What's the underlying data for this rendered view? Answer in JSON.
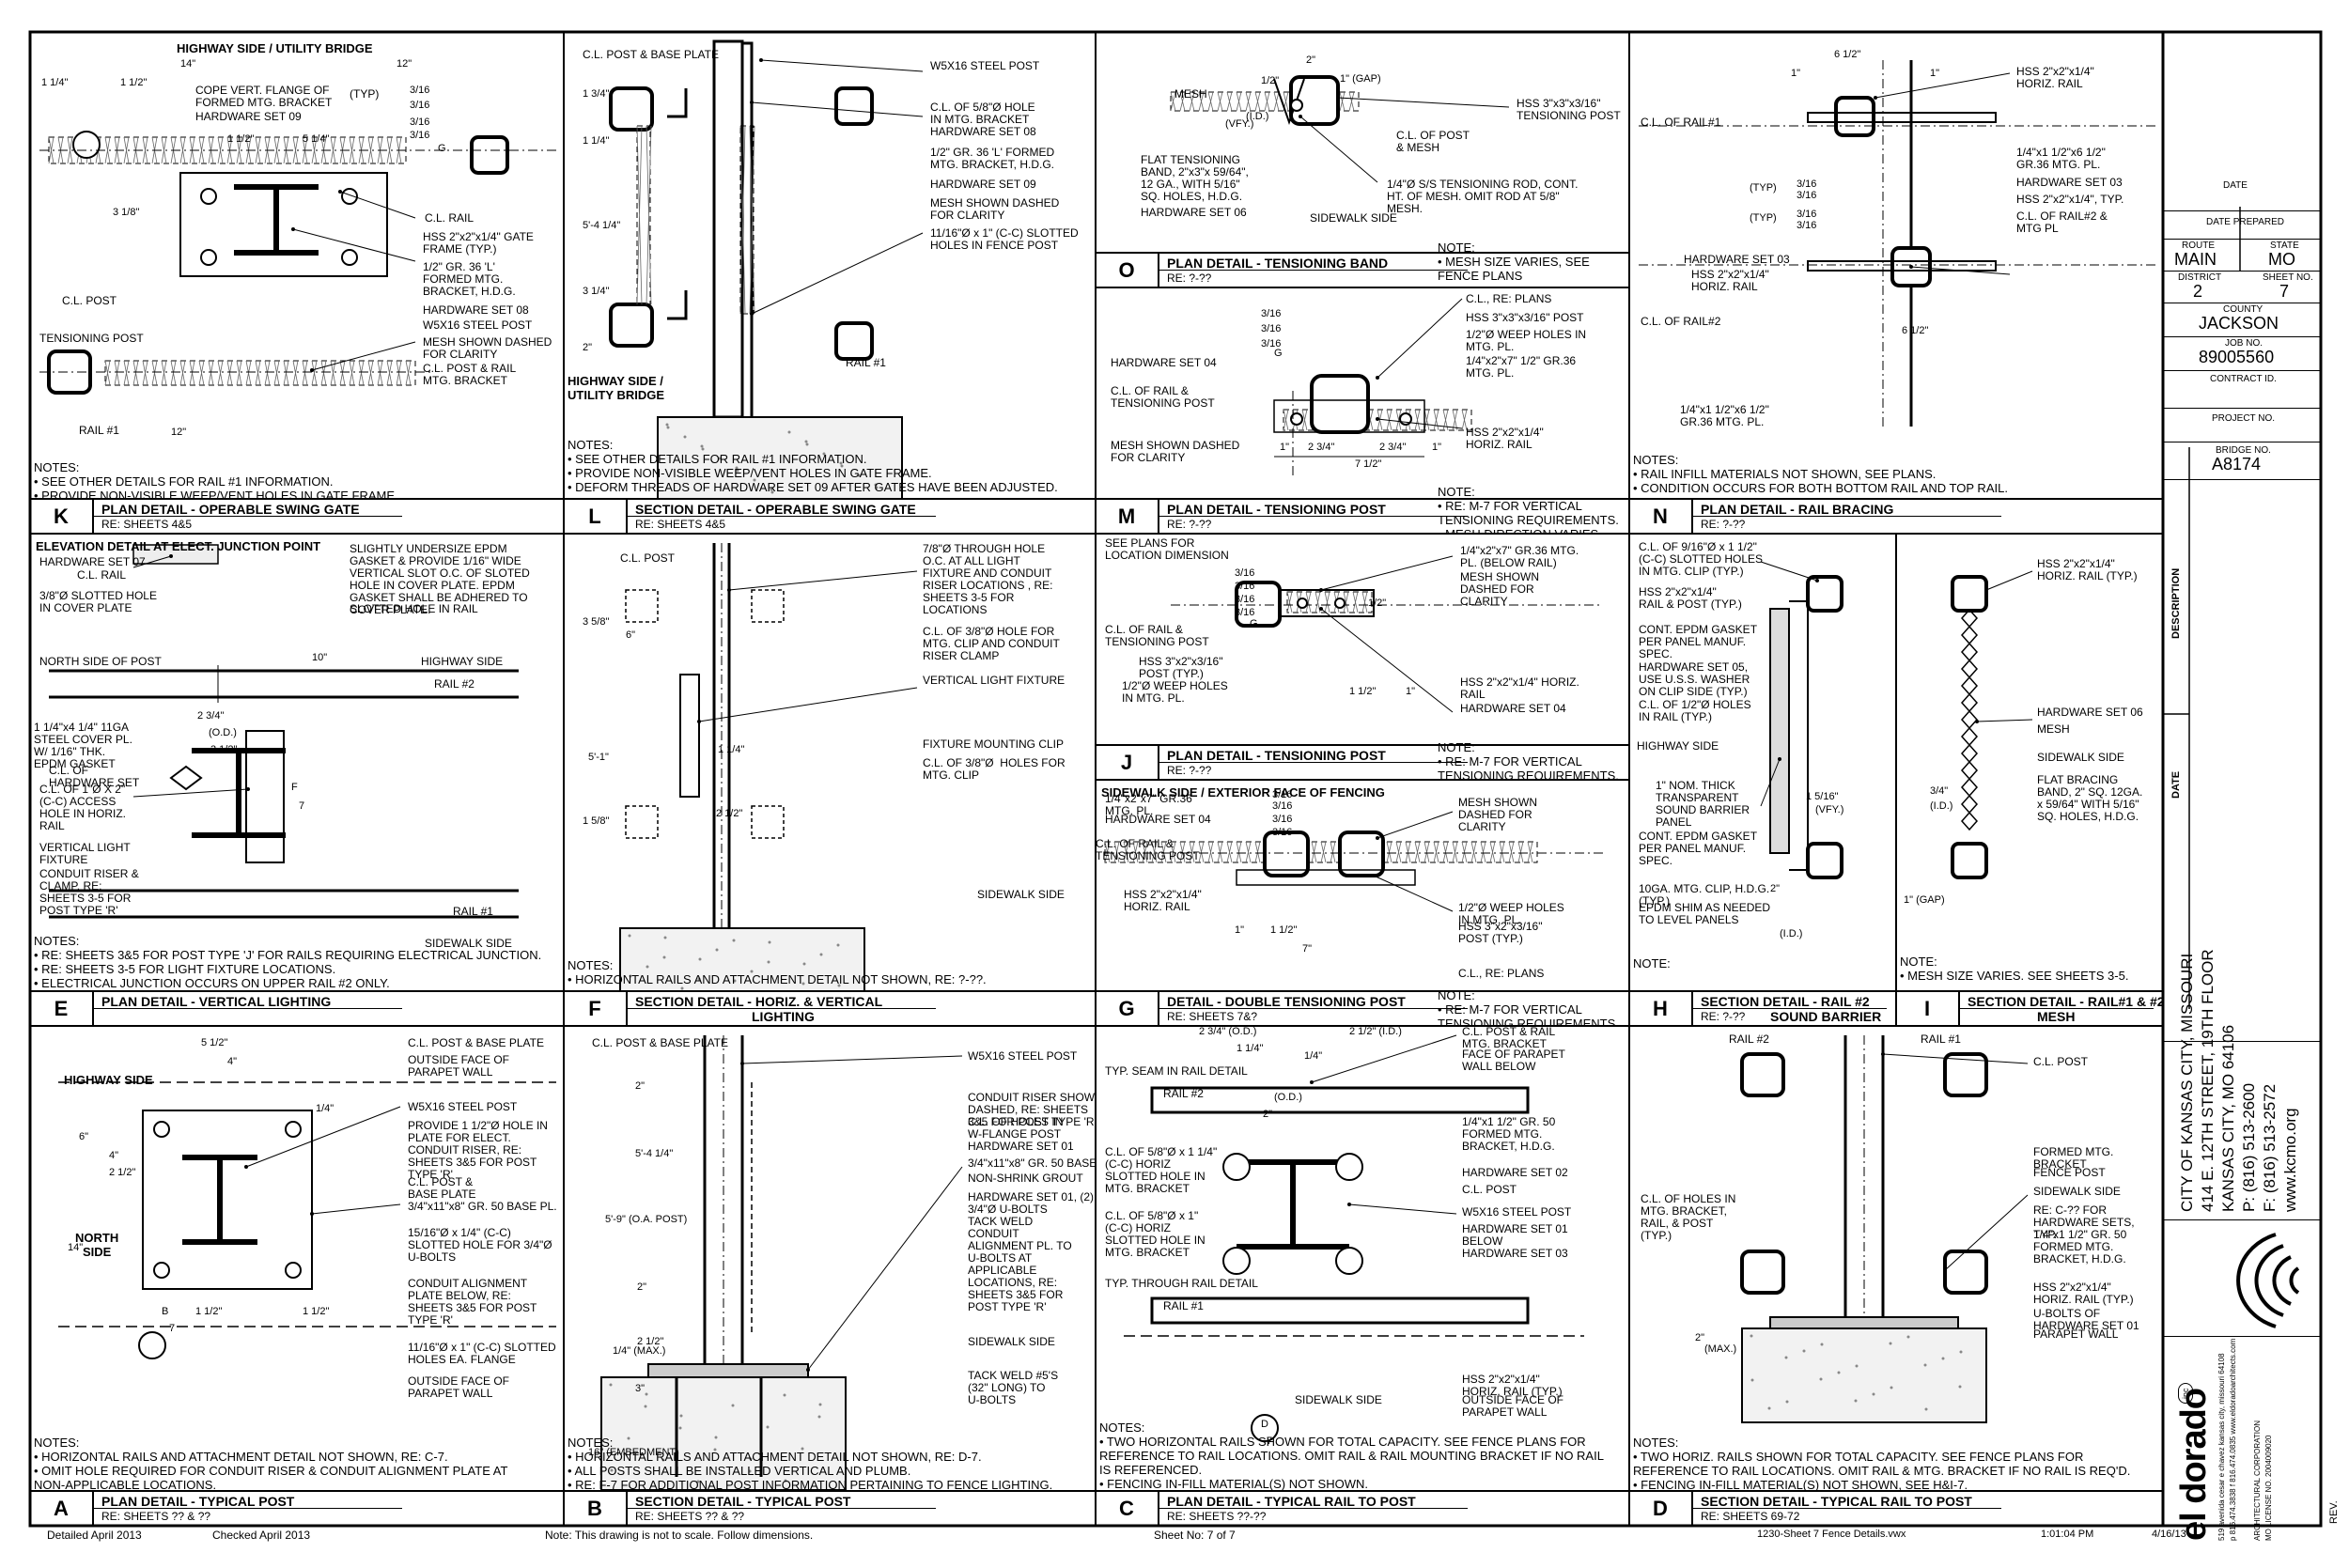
{
  "details": {
    "K": {
      "letter": "K",
      "title": "PLAN DETAIL",
      "subtitle": " - OPERABLE SWING GATE",
      "ref": "RE: SHEETS 4&5",
      "heading": "HIGHWAY SIDE / UTILITY BRIDGE",
      "notes": [
        "NOTES:",
        "• SEE OTHER DETAILS FOR RAIL #1 INFORMATION.",
        "• PROVIDE NON-VISIBLE WEEP/VENT HOLES IN GATE FRAME."
      ],
      "labels": [
        "COPE VERT. FLANGE OF\nFORMED MTG. BRACKET",
        "HARDWARE SET 09",
        "(TYP)",
        "C.L. RAIL",
        "HSS 2\"x2\"x1/4\" GATE\nFRAME (TYP.)",
        "1/2\" GR. 36 'L'\nFORMED MTG.\nBRACKET, H.D.G.",
        "HARDWARE SET 08",
        "W5X16 STEEL POST",
        "MESH SHOWN DASHED\nFOR CLARITY",
        "C.L. POST & RAIL\nMTG. BRACKET",
        "C.L. POST",
        "TENSIONING POST",
        "RAIL #1"
      ],
      "dims": [
        "14\"",
        "12\"",
        "1 1/4\"",
        "1 1/2\"",
        "1 1/2\"",
        "5 1/4\"",
        "3/16",
        "3/16",
        "3/16",
        "3/16",
        "3 1/8\"",
        "12\"",
        "G"
      ]
    },
    "L": {
      "letter": "L",
      "title": "SECTION DETAIL",
      "subtitle": " - OPERABLE SWING GATE",
      "ref": "RE: SHEETS 4&5",
      "heading": "HIGHWAY SIDE /\nUTILITY BRIDGE",
      "notes": [
        "NOTES:",
        "• SEE OTHER DETAILS FOR RAIL #1 INFORMATION.",
        "• PROVIDE NON-VISIBLE WEEP/VENT HOLES IN GATE FRAME.",
        "• DEFORM THREADS OF HARDWARE SET 09 AFTER GATES HAVE BEEN ADJUSTED."
      ],
      "labels": [
        "C.L. POST & BASE PLATE",
        "W5X16 STEEL POST",
        "C.L. OF 5/8\"Ø HOLE\nIN MTG. BRACKET",
        "HARDWARE SET 08",
        "1/2\" GR. 36 'L' FORMED\nMTG. BRACKET, H.D.G.",
        "HARDWARE SET 09",
        "MESH SHOWN DASHED\nFOR CLARITY",
        "11/16\"Ø x 1\" (C-C) SLOTTED\nHOLES IN FENCE POST",
        "RAIL #1"
      ],
      "dims": [
        "1 3/4\"",
        "1 1/4\"",
        "5'-4 1/4\"",
        "3 1/4\"",
        "2\""
      ]
    },
    "O": {
      "letter": "O",
      "title": "PLAN DETAIL",
      "subtitle": " - TENSIONING BAND",
      "ref": "RE: ?-??",
      "notes": [
        "NOTE:",
        "• MESH SIZE VARIES, SEE",
        "FENCE PLANS"
      ],
      "labels": [
        "MESH",
        "HSS 3\"x3\"x3/16\"\nTENSIONING POST",
        "C.L. OF POST\n& MESH",
        "FLAT TENSIONING\nBAND, 2\"x3\"x 59/64\",\n12 GA., WITH 5/16\"\nSQ. HOLES, H.D.G.",
        "HARDWARE SET 06",
        "1/4\"Ø S/S TENSIONING ROD, CONT.\nHT. OF MESH. OMIT ROD AT 5/8\"\nMESH.",
        "SIDEWALK SIDE"
      ],
      "dims": [
        "2\"",
        "1/2\"",
        "1\" (GAP)",
        "(VFY.)",
        "(I.D.)"
      ]
    },
    "M": {
      "letter": "M",
      "title": "PLAN DETAIL",
      "subtitle": " - TENSIONING POST",
      "ref": "RE: ?-??",
      "notes": [
        "NOTE:",
        "• RE: M-7 FOR VERTICAL",
        "TENSIONING REQUIREMENTS.",
        "• MESH DIRECTION VARIES."
      ],
      "labels": [
        "C.L., RE: PLANS",
        "HSS 3\"x3\"x3/16\" POST",
        "1/2\"Ø WEEP HOLES IN\nMTG. PL.",
        "1/4\"x2\"x7\" 1/2\" GR.36\nMTG. PL.",
        "HARDWARE SET 04",
        "C.L. OF RAIL &\nTENSIONING POST",
        "MESH SHOWN DASHED\nFOR CLARITY",
        "HSS 2\"x2\"x1/4\"\nHORIZ. RAIL"
      ],
      "dims": [
        "3/16",
        "3/16",
        "3/16",
        "G",
        "1\"",
        "2 3/4\"",
        "2 3/4\"",
        "1\"",
        "7 1/2\""
      ]
    },
    "N": {
      "letter": "N",
      "title": "PLAN DETAIL",
      "subtitle": " - RAIL BRACING",
      "ref": "RE: ?-??",
      "notes": [
        "NOTES:",
        "• RAIL INFILL MATERIALS NOT SHOWN, SEE PLANS.",
        "• CONDITION OCCURS FOR BOTH BOTTOM RAIL AND TOP RAIL."
      ],
      "labels": [
        "HSS 2\"x2\"x1/4\"\nHORIZ. RAIL",
        "C.L. OF RAIL#1",
        "1/4\"x1 1/2\"x6 1/2\"\nGR.36 MTG. PL.",
        "HARDWARE SET 03",
        "HSS 2\"x2\"x1/4\", TYP.",
        "C.L. OF RAIL#2 &\nMTG PL",
        "HARDWARE SET 03",
        "HSS 2\"x2\"x1/4\"\nHORIZ. RAIL",
        "C.L. OF RAIL#2",
        "1/4\"x1 1/2\"x6 1/2\"\nGR.36 MTG. PL."
      ],
      "dims": [
        "6 1/2\"",
        "1\"",
        "1\"",
        "(TYP)",
        "(TYP)",
        "3/16",
        "3/16",
        "3/16",
        "3/16",
        "6 1/2\""
      ]
    },
    "E": {
      "letter": "E",
      "title": "PLAN DETAIL",
      "subtitle": " - VERTICAL LIGHTING",
      "ref": "",
      "heading": "ELEVATION DETAIL AT ELECT. JUNCTION POINT",
      "notes": [
        "NOTES:",
        "• RE: SHEETS 3&5 FOR POST TYPE 'J' FOR RAILS REQUIRING ELECTRICAL JUNCTION.",
        "• RE: SHEETS 3-5 FOR LIGHT FIXTURE LOCATIONS.",
        "• ELECTRICAL JUNCTION OCCURS ON UPPER RAIL #2 ONLY."
      ],
      "labels": [
        "HARDWARE SET 07",
        "C.L. RAIL",
        "SLIGHTLY UNDERSIZE EPDM\nGASKET & PROVIDE 1/16\" WIDE\nVERTICAL SLOT O.C. OF SLOTED\nHOLE IN COVER PLATE. EPDM\nGASKET SHALL BE ADHERED TO\nCOVER PLATE.",
        "3/8\"Ø SLOTTED HOLE\nIN COVER PLATE",
        "SLOTTED HOLE IN RAIL",
        "NORTH SIDE OF POST",
        "HIGHWAY SIDE",
        "RAIL #2",
        "1 1/4\"x4 1/4\" 11GA\nSTEEL COVER PL.\nW/ 1/16\" THK.\nEPDM GASKET",
        "C.L. OF\nHARDWARE SET",
        "C.L. OF 1\"Ø X 2\"\n(C-C) ACCESS\nHOLE IN HORIZ.\nRAIL",
        "VERTICAL LIGHT\nFIXTURE",
        "CONDUIT RISER &\nCLAMP, RE:\nSHEETS 3-5 FOR\nPOST TYPE 'R'",
        "RAIL #1",
        "SIDEWALK SIDE"
      ],
      "dims": [
        "10\"",
        "2 3/4\"",
        "(O.D.)",
        "3 1/2\"",
        "F",
        "7"
      ]
    },
    "F": {
      "letter": "F",
      "title": "SECTION DETAIL",
      "subtitle": " - HORIZ. & VERTICAL",
      "subtitle2": "LIGHTING",
      "ref": "",
      "notes": [
        "NOTES:",
        "• HORIZONTAL RAILS AND ATTACHMENT DETAIL NOT SHOWN, RE: ?-??."
      ],
      "labels": [
        "C.L. POST",
        "7/8\"Ø THROUGH HOLE\nO.C. AT ALL LIGHT\nFIXTURE AND CONDUIT\nRISER LOCATIONS , RE:\nSHEETS 3-5 FOR\nLOCATIONS",
        "C.L. OF 3/8\"Ø HOLE FOR\nMTG. CLIP AND CONDUIT\nRISER CLAMP",
        "VERTICAL LIGHT FIXTURE",
        "FIXTURE MOUNTING CLIP",
        "C.L. OF 3/8\"Ø  HOLES FOR\nMTG. CLIP",
        "SIDEWALK SIDE"
      ],
      "dims": [
        "3 5/8\"",
        "6\"",
        "5'-1\"",
        "1 1/4\"",
        "2 1/2\"",
        "1 5/8\""
      ]
    },
    "J": {
      "letter": "J",
      "title": "PLAN DETAIL",
      "subtitle": " - TENSIONING POST",
      "ref": "RE: ?-??",
      "notes": [
        "NOTE:",
        "• RE: M-7 FOR VERTICAL",
        "TENSIONING REQUIREMENTS."
      ],
      "labels": [
        "SEE PLANS FOR\nLOCATION DIMENSION",
        "1/4\"x2\"x7\" GR.36 MTG.\nPL. (BELOW RAIL)",
        "MESH SHOWN\nDASHED FOR\nCLARITY",
        "C.L. OF RAIL &\nTENSIONING POST",
        "HSS 3\"x2\"x3/16\"\nPOST (TYP.)",
        "1/2\"Ø WEEP HOLES\nIN MTG. PL.",
        "HSS 2\"x2\"x1/4\" HORIZ.\nRAIL",
        "HARDWARE SET 04"
      ],
      "dims": [
        "3/16",
        "3/16",
        "3/16",
        "3/16",
        "G",
        "1/2\"",
        "1 1/2\"",
        "1\""
      ]
    },
    "G": {
      "letter": "G",
      "title": "DETAIL",
      "subtitle": " - DOUBLE TENSIONING POST",
      "ref": "RE: SHEETS 7&?",
      "heading": "SIDEWALK SIDE / EXTERIOR FACE OF FENCING",
      "notes": [
        "NOTE:",
        "• RE: M-7 FOR VERTICAL",
        "TENSIONING REQUIREMENTS."
      ],
      "labels": [
        "1/4\"x2\"x7\" GR.36\nMTG. PL.",
        "HARDWARE SET 04",
        "C.L. OF RAIL &\nTENSIONING POST",
        "HSS 2\"x2\"x1/4\"\nHORIZ. RAIL",
        "MESH SHOWN\nDASHED FOR\nCLARITY",
        "1/2\"Ø WEEP HOLES\nIN MTG. PL.",
        "HSS 3\"x2\"x3/16\"\nPOST (TYP.)",
        "C.L., RE: PLANS"
      ],
      "dims": [
        "3/16",
        "3/16",
        "3/16",
        "3/16",
        "1\"",
        "1 1/2\"",
        "7\""
      ]
    },
    "H": {
      "letter": "H",
      "title": "SECTION DETAIL",
      "subtitle": " - RAIL #2",
      "subtitle2": "SOUND BARRIER",
      "ref": "RE: ?-??",
      "notes": [
        "NOTE:"
      ],
      "labels": [
        "C.L. OF 9/16\"Ø x 1 1/2\"\n(C-C) SLOTTED HOLES\nIN MTG. CLIP (TYP.)",
        "HSS 2\"x2\"x1/4\"\nRAIL & POST (TYP.)",
        "CONT. EPDM GASKET\nPER PANEL MANUF.\nSPEC.",
        "HARDWARE SET 05,\nUSE U.S.S. WASHER\nON CLIP SIDE (TYP.)",
        "C.L. OF 1/2\"Ø HOLES\nIN RAIL (TYP.)",
        "HIGHWAY SIDE",
        "1\" NOM. THICK\nTRANSPARENT\nSOUND BARRIER\nPANEL",
        "CONT. EPDM GASKET\nPER PANEL MANUF.\nSPEC.",
        "10GA. MTG. CLIP, H.D.G.\n(TYP.)",
        "EPDM SHIM AS NEEDED\nTO LEVEL PANELS"
      ],
      "dims": [
        "1 5/16\"",
        "(VFY.)",
        "2\"",
        "(I.D.)"
      ]
    },
    "I": {
      "letter": "I",
      "title": "SECTION DETAIL",
      "subtitle": " - RAIL#1 & #2",
      "subtitle2": "MESH",
      "ref": "",
      "notes": [
        "NOTE:",
        "• MESH SIZE VARIES.  SEE SHEETS 3-5."
      ],
      "labels": [
        "HSS 2\"x2\"x1/4\"\nHORIZ. RAIL (TYP.)",
        "HARDWARE SET 06",
        "MESH",
        "SIDEWALK SIDE",
        "FLAT BRACING\nBAND, 2\" SQ. 12GA.\nx 59/64\" WITH 5/16\"\nSQ. HOLES, H.D.G."
      ],
      "dims": [
        "3/4\"",
        "(I.D.)",
        "1\" (GAP)"
      ]
    },
    "A": {
      "letter": "A",
      "title": "PLAN DETAIL",
      "subtitle": " - TYPICAL POST",
      "ref": "RE: SHEETS ?? & ??",
      "heading": "HIGHWAY SIDE",
      "heading2": "NORTH\nSIDE",
      "notes": [
        "NOTES:",
        "• HORIZONTAL RAILS AND ATTACHMENT DETAIL NOT SHOWN, RE: C-7.",
        "• OMIT HOLE REQUIRED FOR CONDUIT RISER & CONDUIT ALIGNMENT PLATE AT",
        "NON-APPLICABLE LOCATIONS."
      ],
      "labels": [
        "C.L. POST & BASE PLATE",
        "OUTSIDE FACE OF\nPARAPET WALL",
        "W5X16 STEEL POST",
        "PROVIDE 1 1/2\"Ø HOLE IN\nPLATE FOR ELECT.\nCONDUIT RISER, RE:\nSHEETS 3&5 FOR POST\nTYPE 'R'",
        "C.L. POST &\nBASE PLATE",
        "3/4\"x11\"x8\" GR. 50 BASE PL.",
        "15/16\"Ø x 1/4\" (C-C)\nSLOTTED HOLE FOR 3/4\"Ø\nU-BOLTS",
        "CONDUIT ALIGNMENT\nPLATE BELOW, RE:\nSHEETS 3&5 FOR POST\nTYPE 'R'",
        "11/16\"Ø x 1\" (C-C) SLOTTED\nHOLES EA. FLANGE",
        "OUTSIDE FACE OF\nPARAPET WALL"
      ],
      "dims": [
        "5 1/2\"",
        "4\"",
        "6\"",
        "4\"",
        "2 1/2\"",
        "14\"",
        "1/4\"",
        "1 1/2\"",
        "1 1/2\"",
        "B",
        "7"
      ]
    },
    "B": {
      "letter": "B",
      "title": "SECTION DETAIL",
      "subtitle": " - TYPICAL POST",
      "ref": "RE: SHEETS ?? & ??",
      "notes": [
        "NOTES:",
        "• HORIZONTAL RAILS AND ATTACHMENT DETAIL NOT SHOWN, RE: D-7.",
        "• ALL POSTS SHALL BE INSTALLED VERTICAL AND PLUMB.",
        "• RE: F-7 FOR ADDITIONAL POST INFORMATION PERTAINING TO FENCE LIGHTING."
      ],
      "labels": [
        "C.L. POST & BASE PLATE",
        "W5X16 STEEL POST",
        "CONDUIT RISER SHOWN\nDASHED, RE: SHEETS\n3&5 FOR POST TYPE 'R'",
        "C.L. OF HOLES IN\nW-FLANGE POST",
        "HARDWARE SET 01",
        "3/4\"x11\"x8\" GR. 50 BASE PL.",
        "NON-SHRINK GROUT",
        "HARDWARE SET 01, (2)\n3/4\"Ø U-BOLTS",
        "TACK WELD\nCONDUIT\nALIGNMENT PL. TO\nU-BOLTS AT\nAPPLICABLE\nLOCATIONS, RE:\nSHEETS 3&5 FOR\nPOST TYPE 'R'",
        "SIDEWALK SIDE",
        "TACK WELD #5'S\n(32\" LONG) TO\nU-BOLTS"
      ],
      "dims": [
        "2\"",
        "5'-4 1/4\"",
        "5'-9\" (O.A. POST)",
        "2\"",
        "2 1/2\"",
        "1/4\" (MAX.)",
        "3\"",
        "16\" (EMBEDMENT)"
      ]
    },
    "C": {
      "letter": "C",
      "title": "PLAN DETAIL",
      "subtitle": " - TYPICAL RAIL TO POST",
      "ref": "RE: SHEETS ??-??",
      "notes": [
        "NOTES:",
        "• TWO HORIZONTAL RAILS SHOWN FOR TOTAL CAPACITY.  SEE FENCE PLANS FOR",
        "REFERENCE TO RAIL LOCATIONS.  OMIT RAIL & RAIL MOUNTING BRACKET IF NO RAIL",
        "IS REFERENCED.",
        "• FENCING IN-FILL MATERIAL(S) NOT SHOWN."
      ],
      "labels": [
        "C.L. POST & RAIL\nMTG. BRACKET",
        "FACE OF PARAPET\nWALL BELOW",
        "TYP. SEAM IN RAIL DETAIL",
        "RAIL #2",
        "1/4\"x1 1/2\" GR. 50\nFORMED MTG.\nBRACKET, H.D.G.",
        "C.L. OF 5/8\"Ø x 1 1/4\"\n(C-C) HORIZ\nSLOTTED HOLE IN\nMTG. BRACKET",
        "HARDWARE SET 02",
        "C.L. POST",
        "C.L. OF 5/8\"Ø x 1\"\n(C-C) HORIZ\nSLOTTED HOLE IN\nMTG. BRACKET",
        "W5X16 STEEL POST",
        "HARDWARE SET 01\nBELOW",
        "HARDWARE SET 03",
        "TYP. THROUGH RAIL DETAIL",
        "RAIL #1",
        "HSS 2\"x2\"x1/4\"\nHORIZ. RAIL (TYP.)",
        "OUTSIDE FACE OF\nPARAPET WALL",
        "SIDEWALK SIDE"
      ],
      "dims": [
        "2 3/4\" (O.D.)",
        "2 1/2\" (I.D.)",
        "1 1/4\"",
        "1/4\"",
        "2\"",
        "(O.D.)",
        "D",
        "7"
      ]
    },
    "D": {
      "letter": "D",
      "title": "SECTION DETAIL",
      "subtitle": " - TYPICAL RAIL TO POST",
      "ref": "RE: SHEETS 69-72",
      "notes": [
        "NOTES:",
        "• TWO HORIZ. RAILS SHOWN FOR TOTAL CAPACITY.  SEE FENCE PLANS FOR",
        "REFERENCE TO RAIL LOCATIONS.  OMIT RAIL & MTG. BRACKET IF NO RAIL IS REQ'D.",
        "• FENCING IN-FILL MATERIAL(S) NOT SHOWN, SEE H&I-7."
      ],
      "labels": [
        "RAIL #2",
        "RAIL #1",
        "C.L. POST",
        "C.L. OF HOLES IN\nMTG. BRACKET,\nRAIL, & POST\n(TYP.)",
        "FORMED MTG.\nBRACKET",
        "FENCE POST",
        "SIDEWALK SIDE",
        "RE: C-?? FOR\nHARDWARE SETS,\nTYP.",
        "1/4\"x1 1/2\" GR. 50\nFORMED MTG.\nBRACKET, H.D.G.",
        "HSS 2\"x2\"x1/4\"\nHORIZ. RAIL (TYP.)",
        "U-BOLTS OF\nHARDWARE SET 01",
        "PARAPET WALL"
      ],
      "dims": [
        "2\"",
        "(MAX.)"
      ]
    }
  },
  "title_block": {
    "date_label": "DATE",
    "date_prepared_label": "DATE PREPARED",
    "route_label": "ROUTE",
    "state_label": "STATE",
    "route": "MAIN",
    "state": "MO",
    "district_label": "DISTRICT",
    "sheet_no_label": "SHEET NO.",
    "district": "2",
    "sheet_no": "7",
    "county_label": "COUNTY",
    "county": "JACKSON",
    "job_no_label": "JOB NO.",
    "job_no": "89005560",
    "contract_id_label": "CONTRACT ID.",
    "project_no_label": "PROJECT NO.",
    "bridge_no_label": "BRIDGE NO.",
    "bridge_no": "A8174",
    "description_label": "DESCRIPTION",
    "date_col_label": "DATE",
    "client_lines": [
      "CITY OF KANSAS CITY, MISSOURI",
      "414 E. 12TH STREET, 19TH FLOOR",
      "KANSAS CITY, MO 64106",
      "P: (816) 513-2600",
      "F: (816) 513-2572",
      "www.kcmo.org"
    ],
    "firm_name": "el dorado",
    "firm_badge": "inc",
    "firm_address": "519 avenida cesar e chavez kansas city, missouri  64108",
    "firm_phone": "p 816.474.3838 f 816.474.0835 www.eldoradoarchitects.com",
    "firm_corp": "ARCHITECTURAL CORPORATION",
    "firm_license": "MO LICENSE NO. 2004009020",
    "rev_label": "REV."
  },
  "footer": {
    "detailed": "Detailed  April 2013",
    "checked": "Checked  April 2013",
    "note": "Note: This drawing is not to scale. Follow dimensions.",
    "sheet": "Sheet No: 7 of 7",
    "file": "1230-Sheet 7 Fence Details.vwx",
    "time": "1:01:04 PM",
    "date": "4/16/13"
  }
}
